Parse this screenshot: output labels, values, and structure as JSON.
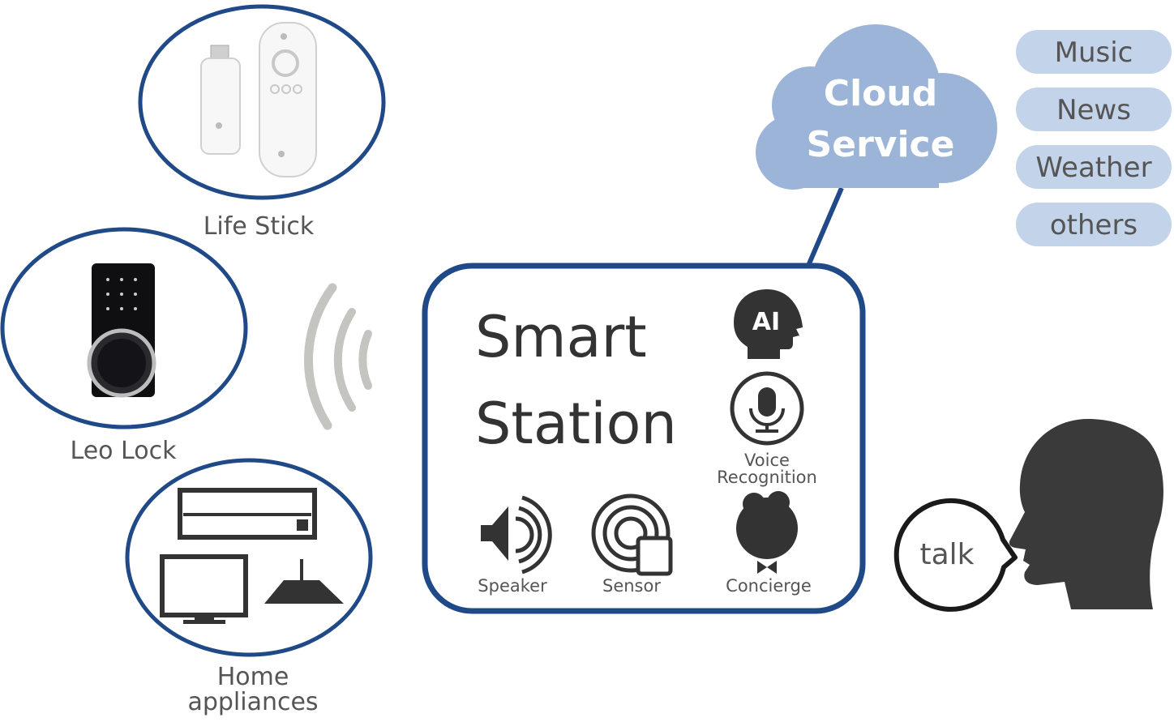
{
  "devices": {
    "life_stick": "Life Stick",
    "leo_lock": "Leo Lock",
    "home_appliances_line1": "Home",
    "home_appliances_line2": "appliances"
  },
  "cloud": {
    "line1": "Cloud",
    "line2": "Service",
    "color": "#9bb4d8"
  },
  "services": [
    "Music",
    "News",
    "Weather",
    "others"
  ],
  "station": {
    "title_line1": "Smart",
    "title_line2": "Station",
    "ai_label": "AI",
    "voice_line1": "Voice",
    "voice_line2": "Recognition",
    "speaker": "Speaker",
    "sensor": "Sensor",
    "concierge": "Concierge",
    "border_color": "#1f4a87"
  },
  "talk": "talk"
}
